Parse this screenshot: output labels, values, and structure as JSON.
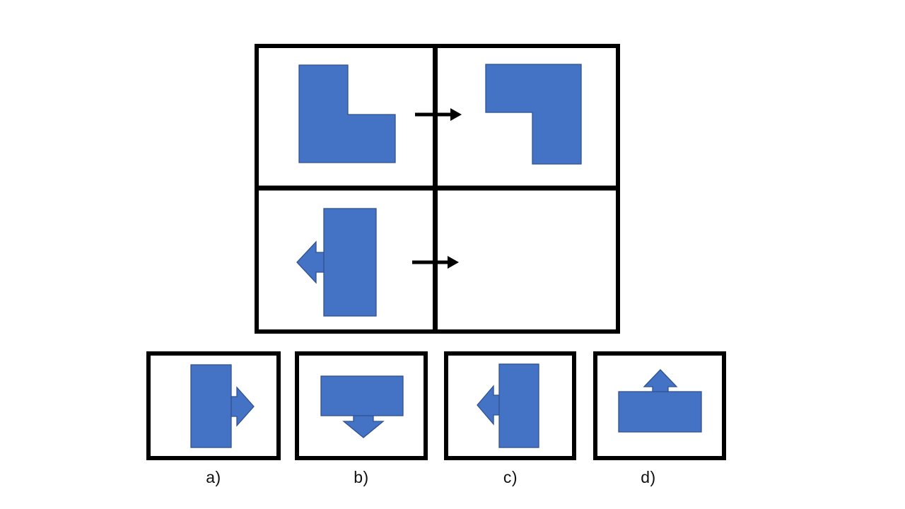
{
  "colors": {
    "shape_fill": "#4472C4",
    "shape_stroke": "#2F528F",
    "outline": "#000000",
    "background": "#FFFFFF"
  },
  "puzzle": {
    "grid": {
      "cells": [
        {
          "id": "top-left",
          "shape": "l-shape"
        },
        {
          "id": "top-right",
          "shape": "l-shape-rotated-90-clockwise"
        },
        {
          "id": "bottom-left",
          "shape": "rectangle-with-left-arrow"
        },
        {
          "id": "bottom-right",
          "shape": "empty"
        }
      ],
      "transition_arrows": [
        {
          "row": "top",
          "direction": "right"
        },
        {
          "row": "bottom",
          "direction": "right"
        }
      ]
    }
  },
  "options": [
    {
      "label": "a)",
      "shape": "rectangle-with-right-arrow"
    },
    {
      "label": "b)",
      "shape": "rectangle-with-down-arrow"
    },
    {
      "label": "c)",
      "shape": "rectangle-with-left-arrow"
    },
    {
      "label": "d)",
      "shape": "rectangle-with-up-arrow"
    }
  ]
}
